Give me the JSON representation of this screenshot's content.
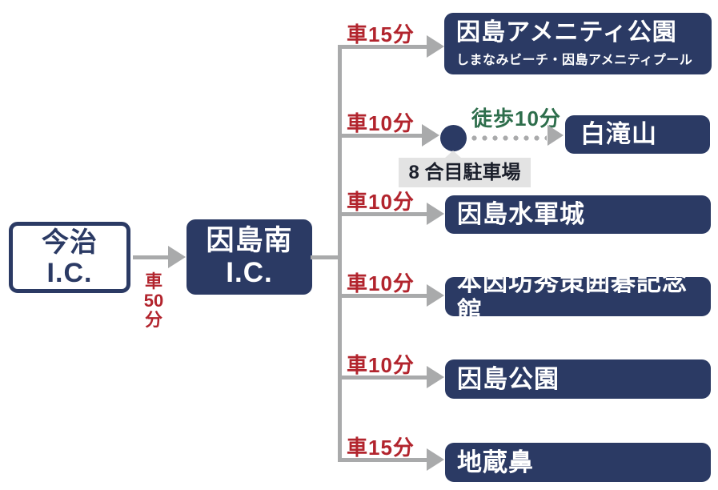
{
  "colors": {
    "navy": "#2b3a64",
    "red": "#b2242d",
    "green": "#2e6e4c",
    "line": "#a9aaab",
    "label-bg": "#e3e3e3",
    "label-tx": "#1b1f2b",
    "white": "#ffffff"
  },
  "origin": {
    "line1": "今治",
    "line2": "I.C."
  },
  "origin_to_hub": {
    "time": "車\n50\n分"
  },
  "hub": {
    "line1": "因島南",
    "line2": "I.C."
  },
  "branches": [
    {
      "time": "車15分",
      "title": "因島アメニティ公園",
      "subtitle": "しまなみビーチ・因島アメニティプール"
    },
    {
      "time": "車10分",
      "title": "白滝山",
      "walk_time": "徒歩10分",
      "waypoint": "8 合目駐車場"
    },
    {
      "time": "車10分",
      "title": "因島水軍城"
    },
    {
      "time": "車10分",
      "title": "本因坊秀策囲碁記念館"
    },
    {
      "time": "車10分",
      "title": "因島公園"
    },
    {
      "time": "車15分",
      "title": "地蔵鼻"
    }
  ]
}
